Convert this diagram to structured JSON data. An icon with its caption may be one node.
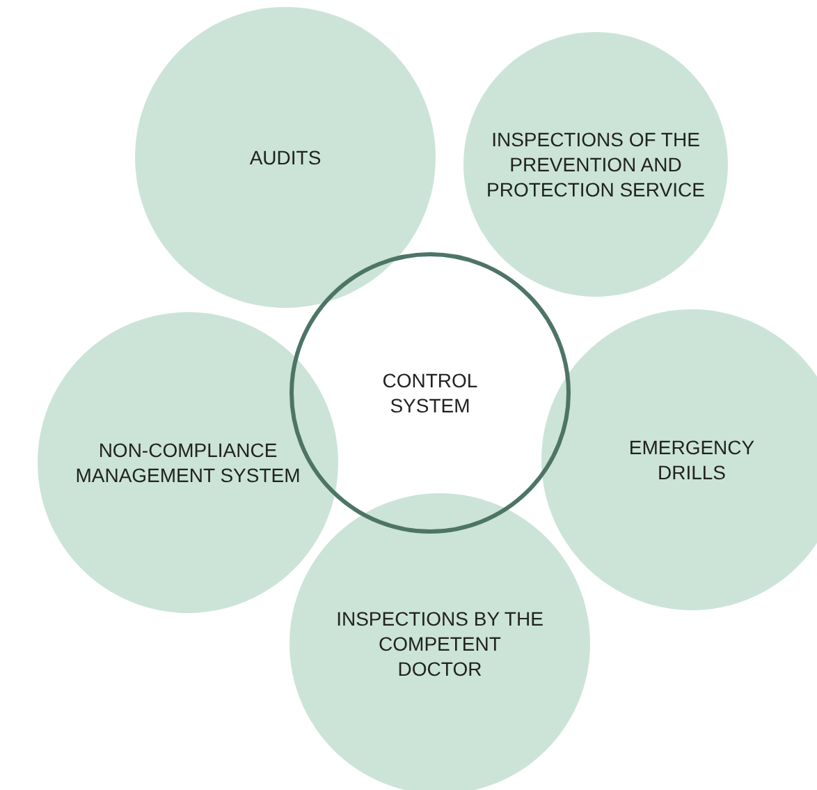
{
  "diagram": {
    "nodes": [
      {
        "text": [
          "AUDITS"
        ]
      },
      {
        "text": [
          "INSPECTIONS OF THE PREVENTION AND PROTECTION SERVICE"
        ]
      },
      {
        "text": [
          "CONTROL SYSTEM"
        ]
      },
      {
        "text": [
          "NON-COMPLIANCE MANAGEMENT SYSTEM"
        ]
      },
      {
        "text": [
          "EMERGENCY DRILLS"
        ]
      },
      {
        "text": [
          "INSPECTIONS BY THE COMPETENT DOCTOR"
        ]
      }
    ]
  }
}
